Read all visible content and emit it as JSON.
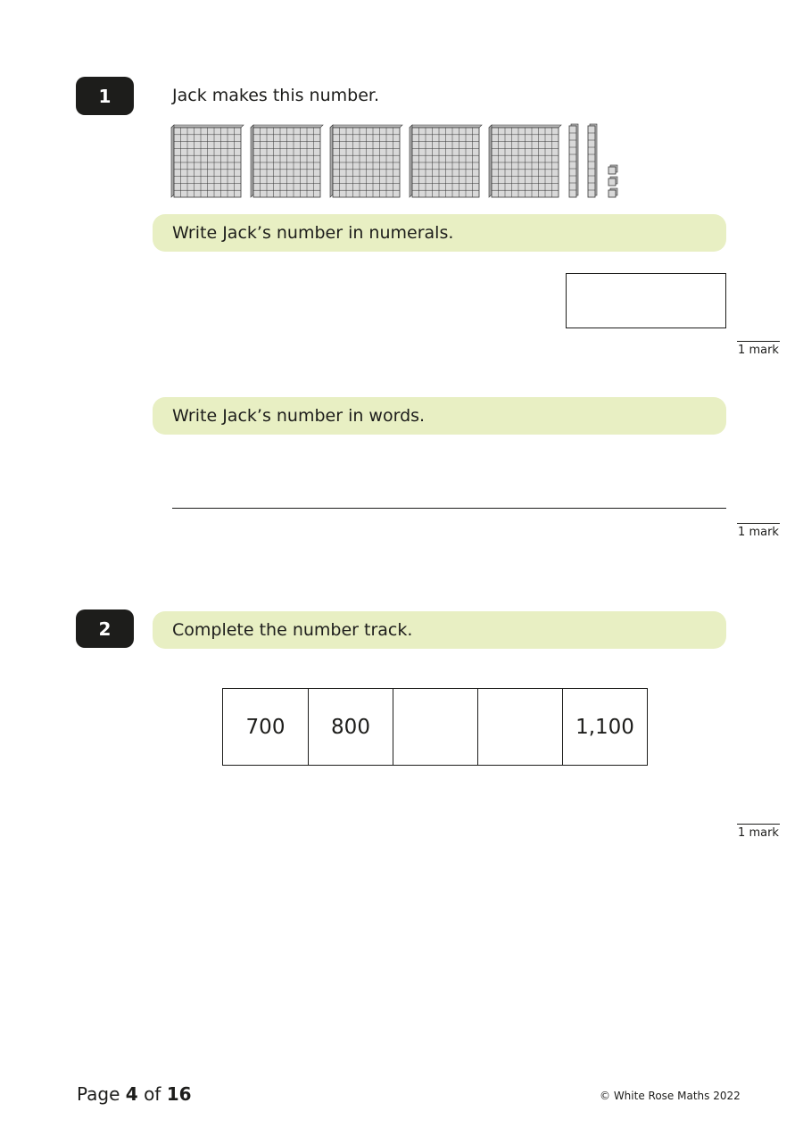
{
  "question1": {
    "number": "1",
    "intro": "Jack makes this number.",
    "base_ten_blocks": {
      "hundreds": 5,
      "tens": 2,
      "ones": 3
    },
    "prompt_numerals": "Write Jack’s number in numerals.",
    "mark_numerals": "1 mark",
    "prompt_words": "Write Jack’s number in words.",
    "mark_words": "1 mark"
  },
  "question2": {
    "number": "2",
    "prompt": "Complete the number track.",
    "track": [
      "700",
      "800",
      "",
      "",
      "1,100"
    ],
    "mark": "1 mark"
  },
  "footer": {
    "page_prefix": "Page",
    "page_current": "4",
    "page_of": "of",
    "page_total": "16",
    "copyright": "© White Rose Maths 2022"
  }
}
